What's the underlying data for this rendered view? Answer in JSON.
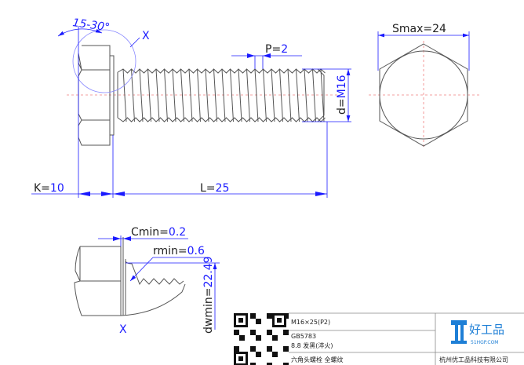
{
  "main_view": {
    "angle": "15-30°",
    "detail_mark": "X",
    "pitch": {
      "prefix": "P=",
      "value": "2"
    },
    "diameter": {
      "prefix": "d=",
      "value": "M16"
    },
    "head_height": {
      "prefix": "K=",
      "value": "10"
    },
    "length": {
      "prefix": "L=",
      "value": "25"
    }
  },
  "end_view": {
    "across_corners": {
      "prefix": "Smax=",
      "value": "24"
    }
  },
  "detail_view": {
    "chamfer": {
      "prefix": "Cmin=",
      "value": "0.2"
    },
    "radius": {
      "prefix": "rmin=",
      "value": "0.6"
    },
    "bearing_dia": {
      "prefix": "dwmin=",
      "value": "22.49"
    },
    "mark": "X"
  },
  "title_block": {
    "spec": "M16×25(P2)",
    "standard": "GB5783",
    "grade": "8.8 发黑(淬火)",
    "name": "六角头螺栓 全螺纹",
    "company": "杭州优工品科技有限公司",
    "logo_text": "好工品",
    "logo_url_text": "51HGP.COM",
    "brand_color": "#1e7fd6"
  }
}
